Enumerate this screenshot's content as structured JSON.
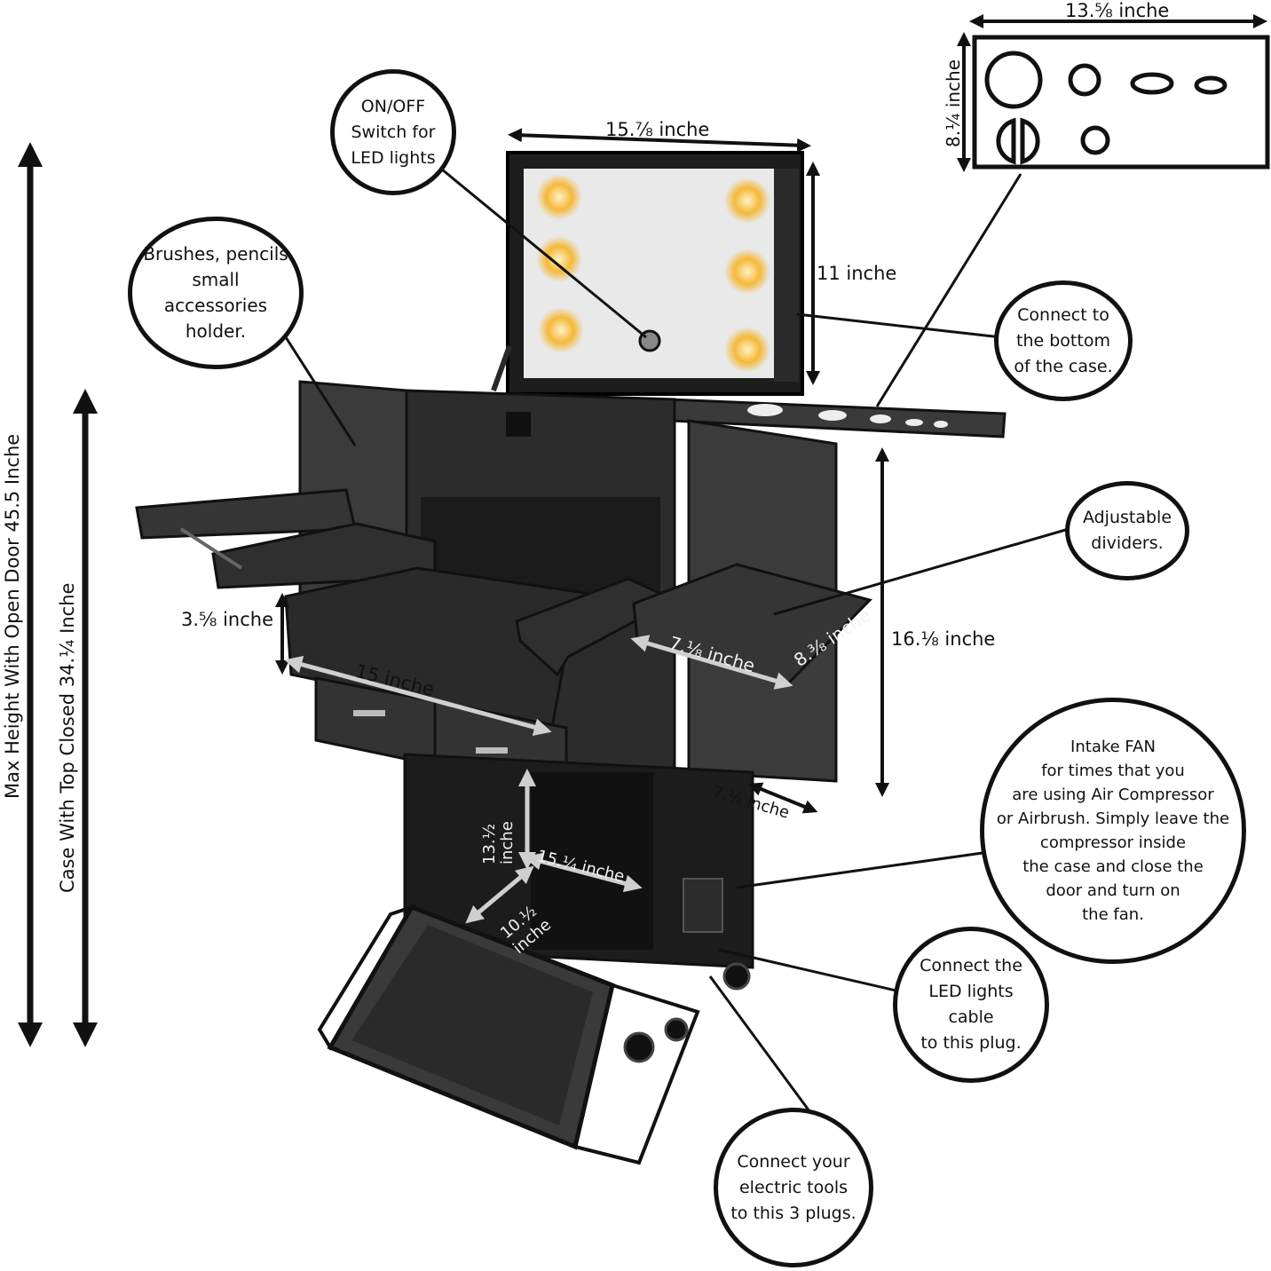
{
  "colors": {
    "case": "#2a2a2a",
    "case_dark": "#141414",
    "panel": "#3b3b3b",
    "led": "#f5b93a",
    "mirror": "#e9e9e9",
    "ink": "#111111"
  },
  "icons": [
    "makeup-trolley-case",
    "led-bulb-icon",
    "wheel-icon"
  ],
  "callouts": {
    "switch": "ON/OFF\nSwitch for\nLED lights",
    "brushes": "Brushes, pencils\nsmall\naccessories\nholder.",
    "connect_bottom": "Connect to\nthe bottom\nof the case.",
    "dividers": "Adjustable\ndividers.",
    "fan": "Intake FAN\nfor times that you\nare using Air Compressor\nor Airbrush. Simply leave the\ncompressor inside\nthe case and close the\ndoor and turn on\nthe fan.",
    "led_plug": "Connect the\nLED lights\ncable\nto this plug.",
    "tools_plug": "Connect your\nelectric tools\nto this 3 plugs."
  },
  "dimensions": {
    "tray_width": "13.⅝ inche",
    "tray_height": "8.¼ inche",
    "mirror_width": "15.⅞ inche",
    "mirror_height": "11  inche",
    "side_height": "16.⅛ inche",
    "drawer_height": "3.⅝ inche",
    "drawer_width": "15 inche",
    "tray_depth": "7.⅛ inche",
    "tray_length": "8.⅜ inche",
    "lower_small": "7.⅛ inche",
    "bottom_height": "13.½\ninche",
    "bottom_width": "15.¼ inche",
    "bottom_depth": "10.½\ninche",
    "max_height": "Max Height With Open Door  45.5 Inche",
    "closed_height": "Case With Top Closed  34.¼ Inche"
  }
}
